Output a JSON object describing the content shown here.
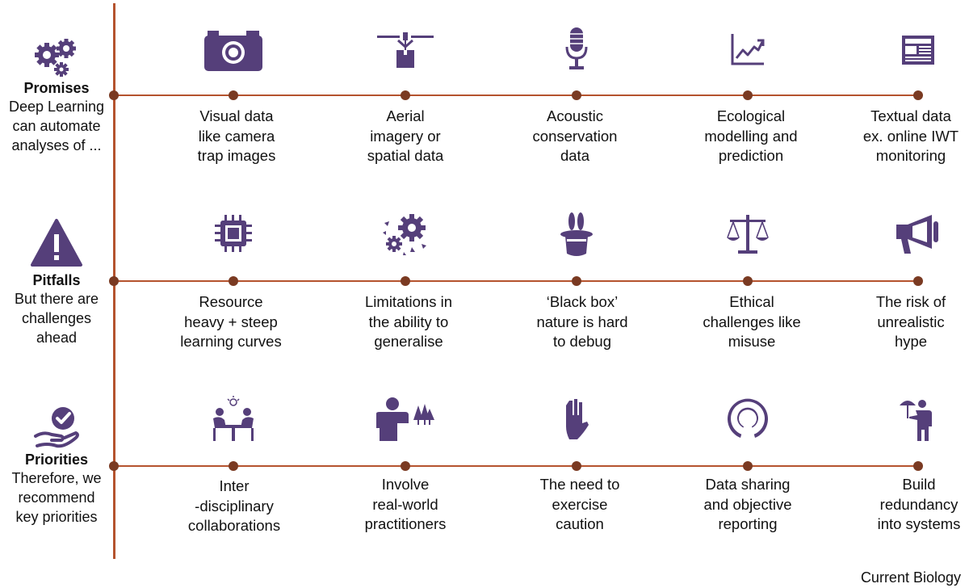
{
  "colors": {
    "icon": "#553f7a",
    "line": "#b5532e",
    "dot": "#7a3a22"
  },
  "sections": [
    {
      "id": "promises",
      "icon": "gears-icon",
      "title": "Promises",
      "subtitle": "Deep Learning\ncan automate\nanalyses of ...",
      "items": [
        {
          "icon": "camera-icon",
          "label": "Visual data\nlike camera\ntrap images"
        },
        {
          "icon": "drone-icon",
          "label": "Aerial\nimagery or\nspatial data"
        },
        {
          "icon": "microphone-icon",
          "label": "Acoustic\nconservation\ndata"
        },
        {
          "icon": "line-chart-icon",
          "label": "Ecological\nmodelling and\nprediction"
        },
        {
          "icon": "newspaper-icon",
          "label": "Textual data\nex. online IWT\nmonitoring"
        }
      ]
    },
    {
      "id": "pitfalls",
      "icon": "warning-icon",
      "title": "Pitfalls",
      "subtitle": "But there are\nchallenges\nahead",
      "items": [
        {
          "icon": "chip-icon",
          "label": "Resource\nheavy + steep\nlearning curves"
        },
        {
          "icon": "broken-gear-icon",
          "label": "Limitations in\nthe ability to\ngeneralise"
        },
        {
          "icon": "magic-hat-icon",
          "label": "‘Black box’\nnature is hard\nto debug"
        },
        {
          "icon": "scales-icon",
          "label": "Ethical\nchallenges like\nmisuse"
        },
        {
          "icon": "megaphone-icon",
          "label": "The risk of\nunrealistic\nhype"
        }
      ]
    },
    {
      "id": "priorities",
      "icon": "hand-check-icon",
      "title": "Priorities",
      "subtitle": "Therefore, we\nrecommend\nkey priorities",
      "items": [
        {
          "icon": "meeting-icon",
          "label": "Inter\n-disciplinary\ncollaborations"
        },
        {
          "icon": "practitioner-icon",
          "label": "Involve\nreal-world\npractitioners"
        },
        {
          "icon": "caution-hand-icon",
          "label": "The need to\nexercise\ncaution"
        },
        {
          "icon": "open-source-icon",
          "label": "Data sharing\nand objective\nreporting"
        },
        {
          "icon": "umbrella-person-icon",
          "label": "Build\nredundancy\ninto systems"
        }
      ]
    }
  ],
  "footer": "Current Biology"
}
